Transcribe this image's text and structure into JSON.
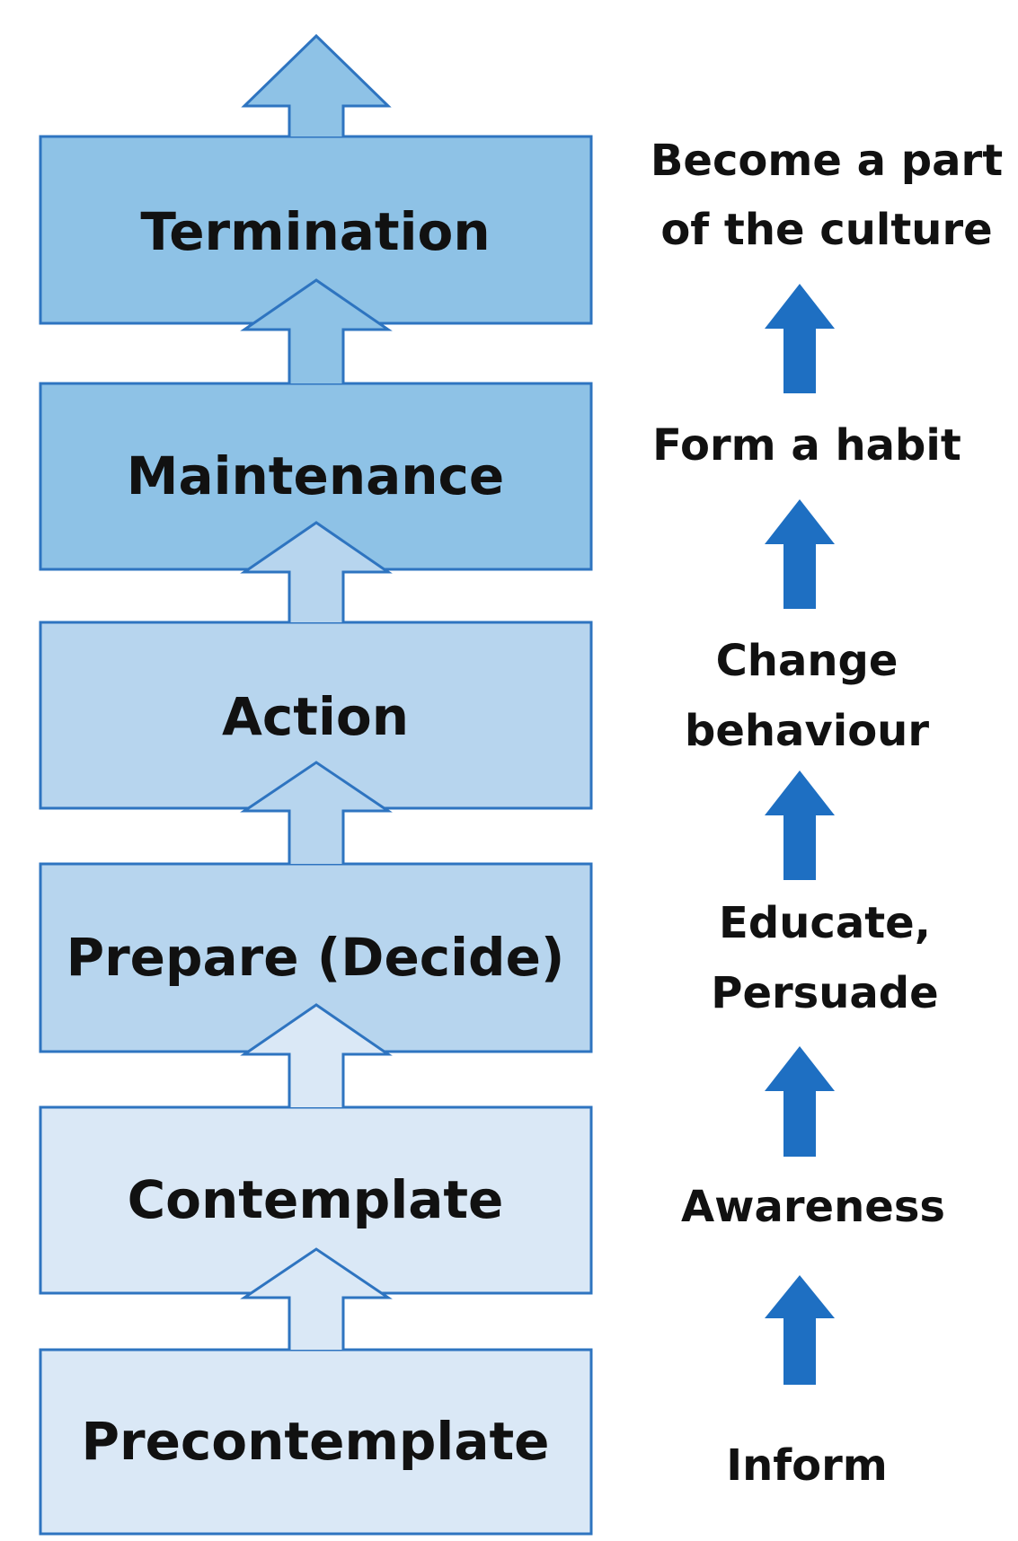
{
  "stages": [
    {
      "label": "Precontemplate",
      "fill": "#DAE8F6"
    },
    {
      "label": "Contemplate",
      "fill": "#DAE8F6"
    },
    {
      "label": "Prepare (Decide)",
      "fill": "#B7D5EE"
    },
    {
      "label": "Action",
      "fill": "#B7D5EE"
    },
    {
      "label": "Maintenance",
      "fill": "#8EC2E6"
    },
    {
      "label": "Termination",
      "fill": "#8EC2E6"
    }
  ],
  "side_steps": [
    {
      "lines": [
        "Inform"
      ]
    },
    {
      "lines": [
        "Awareness"
      ]
    },
    {
      "lines": [
        "Educate,",
        "Persuade"
      ]
    },
    {
      "lines": [
        "Change",
        "behaviour"
      ]
    },
    {
      "lines": [
        "Form a habit"
      ]
    },
    {
      "lines": [
        "Become a part",
        "of the culture"
      ]
    }
  ],
  "colors": {
    "box_border": "#2E74C0",
    "arrow_fill": "#1E6FC2",
    "text": "#111111"
  },
  "icons": {
    "stage_connector": "up-arrow-outline-icon",
    "side_connector": "up-arrow-icon"
  }
}
